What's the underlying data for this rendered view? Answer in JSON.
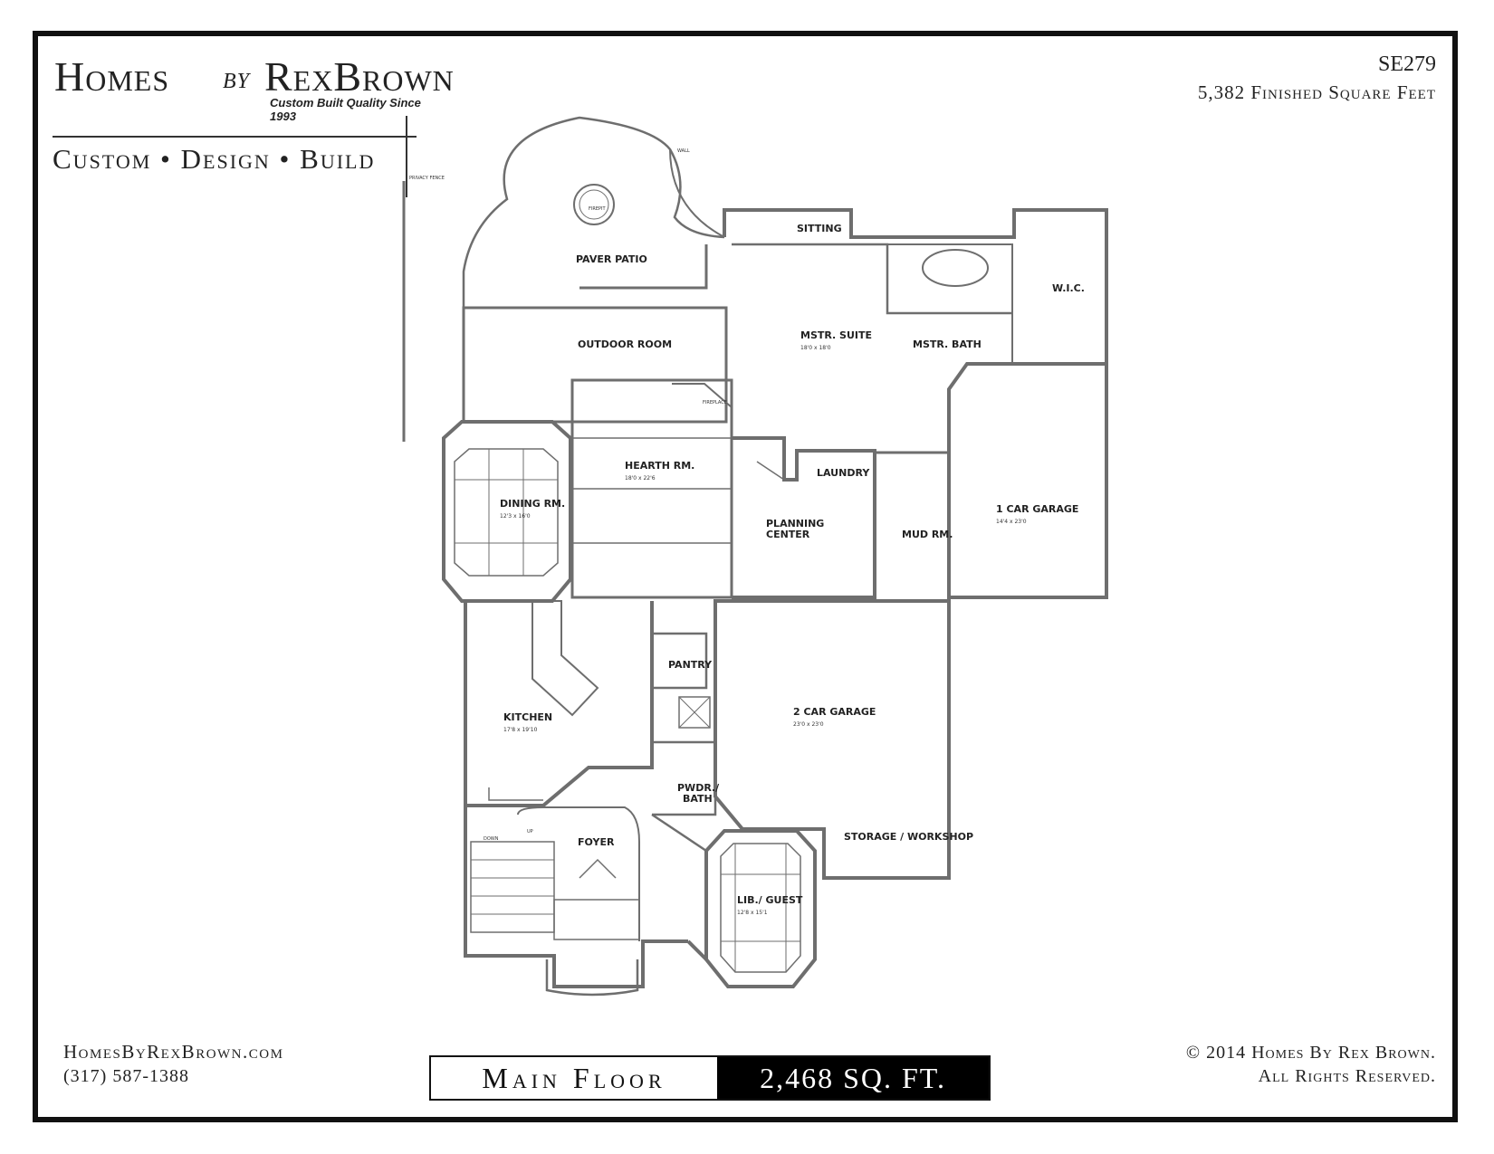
{
  "brand": {
    "word_homes": "Homes",
    "word_by": "by",
    "word_rexbrown": "RexBrown",
    "tagline": "Custom Built Quality Since 1993",
    "slogan": "Custom • Design • Build"
  },
  "plan": {
    "id": "SE279",
    "finished_sqft": "5,382 Finished Square Feet"
  },
  "footer": {
    "website": "HomesByRexBrown.com",
    "phone": "(317) 587-1388",
    "copyright": "© 2014 Homes By Rex Brown.",
    "rights": "All Rights Reserved.",
    "floor_name": "Main Floor",
    "floor_area": "2,468 SQ. FT."
  },
  "rooms": {
    "paver_patio": "PAVER PATIO",
    "firepit": "FIREPIT",
    "wall": "WALL",
    "privacy_fence": "PRIVACY FENCE",
    "outdoor_room": "OUTDOOR ROOM",
    "sitting": "SITTING",
    "mstr_suite": "MSTR. SUITE",
    "mstr_suite_dim": "18'0 x 18'0",
    "mstr_bath": "MSTR. BATH",
    "wic": "W.I.C.",
    "fireplace": "FIREPLACE",
    "hearth_rm": "HEARTH RM.",
    "hearth_rm_dim": "18'0 x 22'6",
    "dining_rm": "DINING RM.",
    "dining_rm_dim": "12'3 x 16'0",
    "laundry": "LAUNDRY",
    "planning_center_1": "PLANNING",
    "planning_center_2": "CENTER",
    "mud_rm": "MUD RM.",
    "one_car_garage": "1 CAR GARAGE",
    "one_car_garage_dim": "14'4 x 23'0",
    "pantry": "PANTRY",
    "kitchen": "KITCHEN",
    "kitchen_dim": "17'8 x 19'10",
    "two_car_garage": "2 CAR GARAGE",
    "two_car_garage_dim": "23'0 x 23'0",
    "pwdr_bath_1": "PWDR./",
    "pwdr_bath_2": "BATH",
    "storage_workshop": "STORAGE / WORKSHOP",
    "foyer": "FOYER",
    "lib_guest": "LIB./ GUEST",
    "lib_guest_dim": "12'8 x 15'1",
    "down": "DOWN",
    "up": "UP"
  },
  "colors": {
    "wall": "#6e6e6e",
    "ink": "#111111",
    "footer_dark": "#000000"
  }
}
